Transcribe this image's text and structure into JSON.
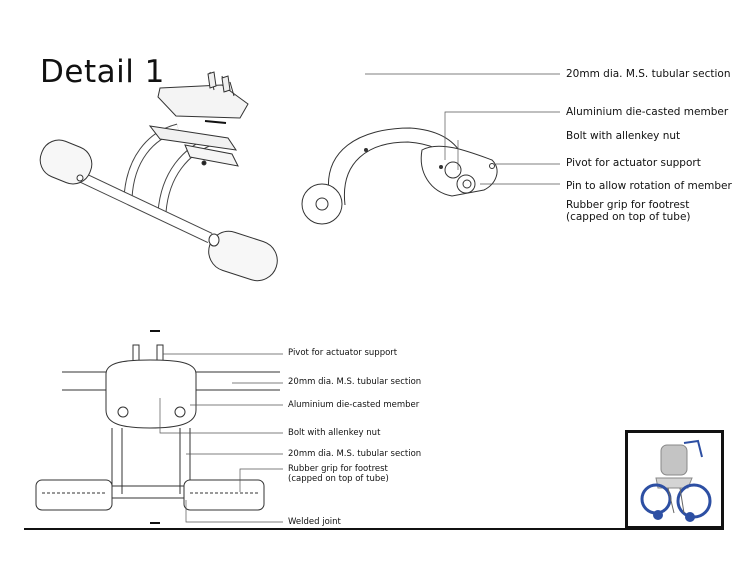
{
  "title": "Detail 1",
  "top_labels": [
    "20mm dia. M.S. tubular section",
    "Aluminium die-casted member",
    "Bolt with allenkey nut",
    "Pivot for actuator support",
    "Pin to allow rotation of member",
    "Rubber grip for footrest",
    "(capped on top of tube)"
  ],
  "bottom_labels": [
    "Pivot for actuator support",
    "20mm dia. M.S. tubular section",
    "Aluminium die-casted member",
    "Bolt with allenkey nut",
    "20mm dia. M.S. tubular section",
    "Rubber grip for footrest",
    "(capped on top of tube)",
    "Welded joint"
  ],
  "colors": {
    "line": "#111111",
    "light": "#8a8a8a",
    "wheel": "#2d4fa3",
    "seat": "#b8b8b8"
  }
}
